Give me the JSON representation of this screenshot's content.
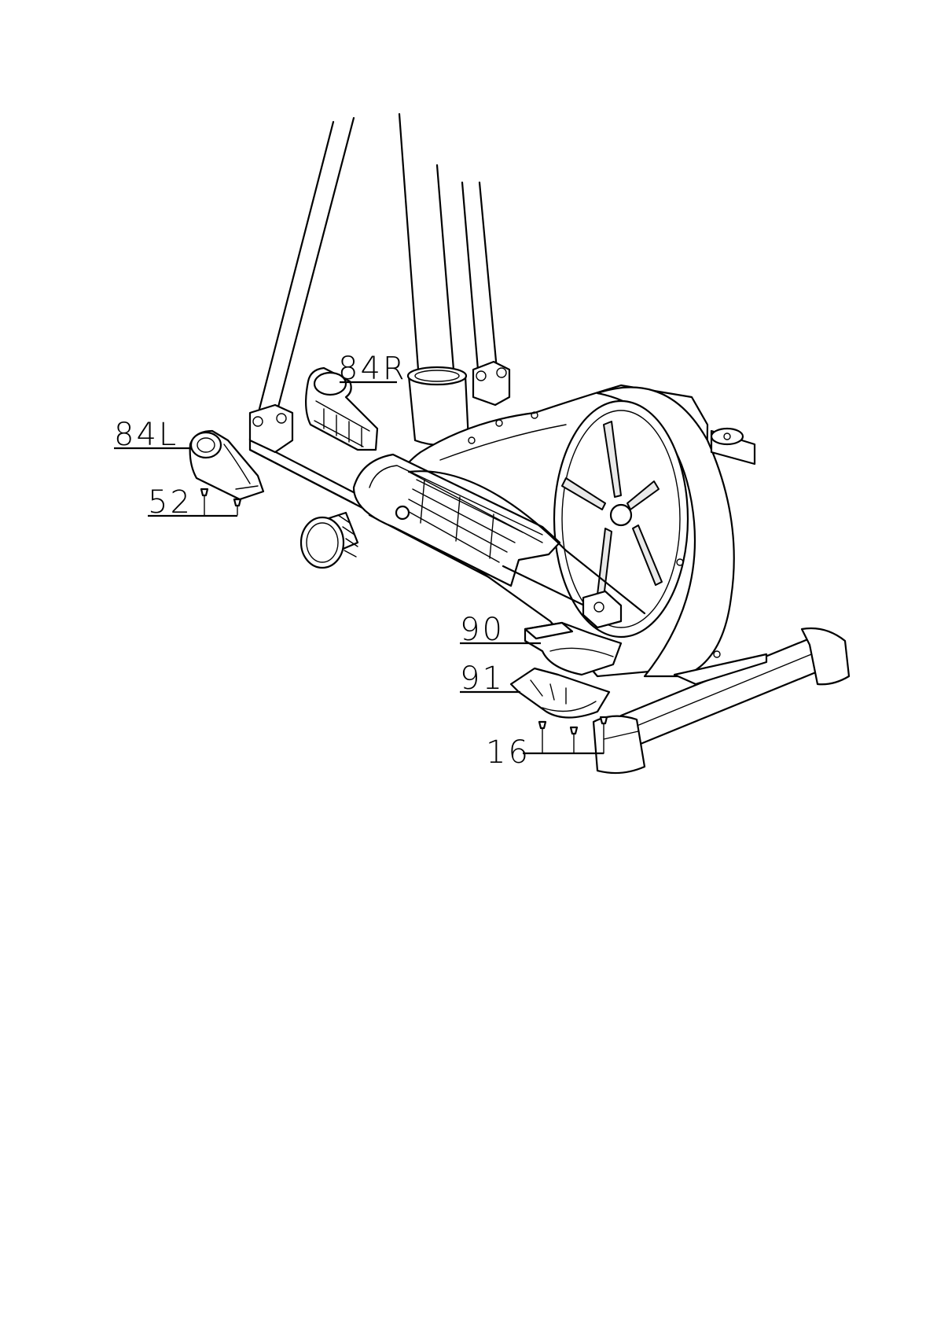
{
  "figure": {
    "background": "#ffffff",
    "line_color": "#000000"
  },
  "callouts": {
    "part_84R": "84R",
    "part_84L": "84L",
    "part_52": "52",
    "part_90": "90",
    "part_91": "91",
    "part_16": "16"
  }
}
